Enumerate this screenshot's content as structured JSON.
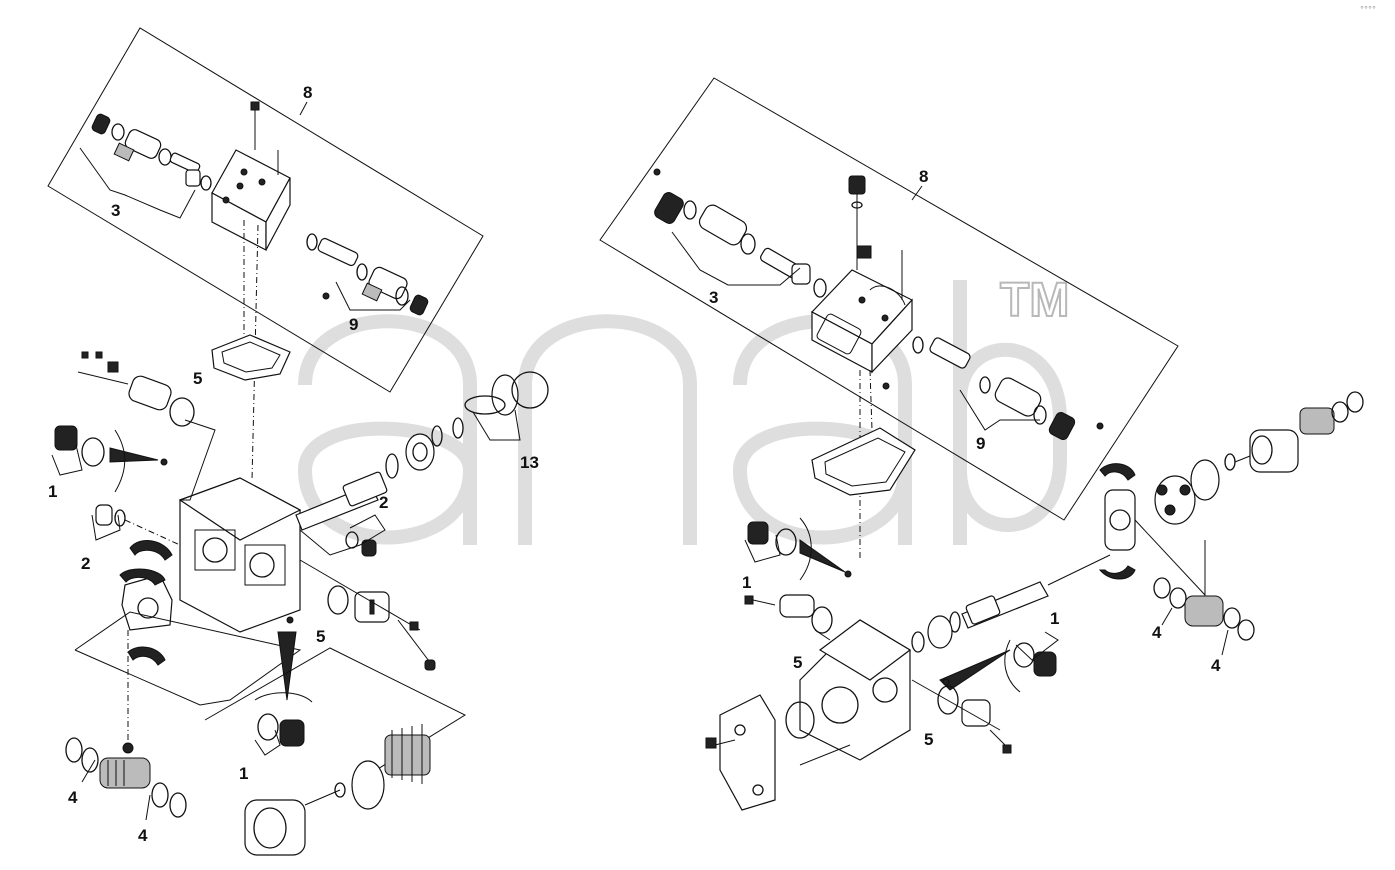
{
  "watermark": {
    "trademark": "TM"
  },
  "corner_mark": "°°°°",
  "left_view": {
    "labels": {
      "box": "8",
      "spool_left": "3",
      "spool_right": "9",
      "seal_kit_5_top": "5",
      "bearing_13": "13",
      "plug_1_left": "1",
      "plug_2_left": "2",
      "plug_2_mid": "2",
      "seal_5_mid": "5",
      "plug_1_bottom": "1",
      "valve_4_top": "4",
      "valve_4_bottom": "4"
    }
  },
  "right_view": {
    "labels": {
      "box": "8",
      "spool_left": "3",
      "spool_right": "9",
      "plug_1_left": "1",
      "seal_5_left": "5",
      "plug_1_right": "1",
      "seal_5_bottom": "5",
      "valve_4_left": "4",
      "valve_4_right": "4"
    }
  }
}
